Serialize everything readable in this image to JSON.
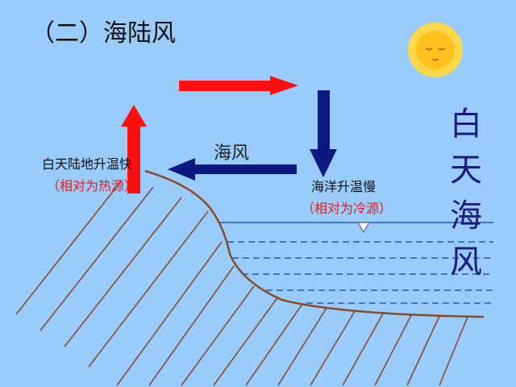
{
  "title": "（二）海陆风",
  "land_label": "白天陆地升温快",
  "land_sub": "（相对为热源）",
  "sea_label": "海洋升温慢",
  "sea_sub": "（相对为冷源）",
  "wind_label": "海风",
  "side_title": "白天海风",
  "colors": {
    "background": "#99ccfa",
    "warm_arrow": "#ff1010",
    "cold_arrow": "#0a1a80",
    "coast": "#8b4a2a"
  },
  "icons": [
    "sun-icon"
  ]
}
